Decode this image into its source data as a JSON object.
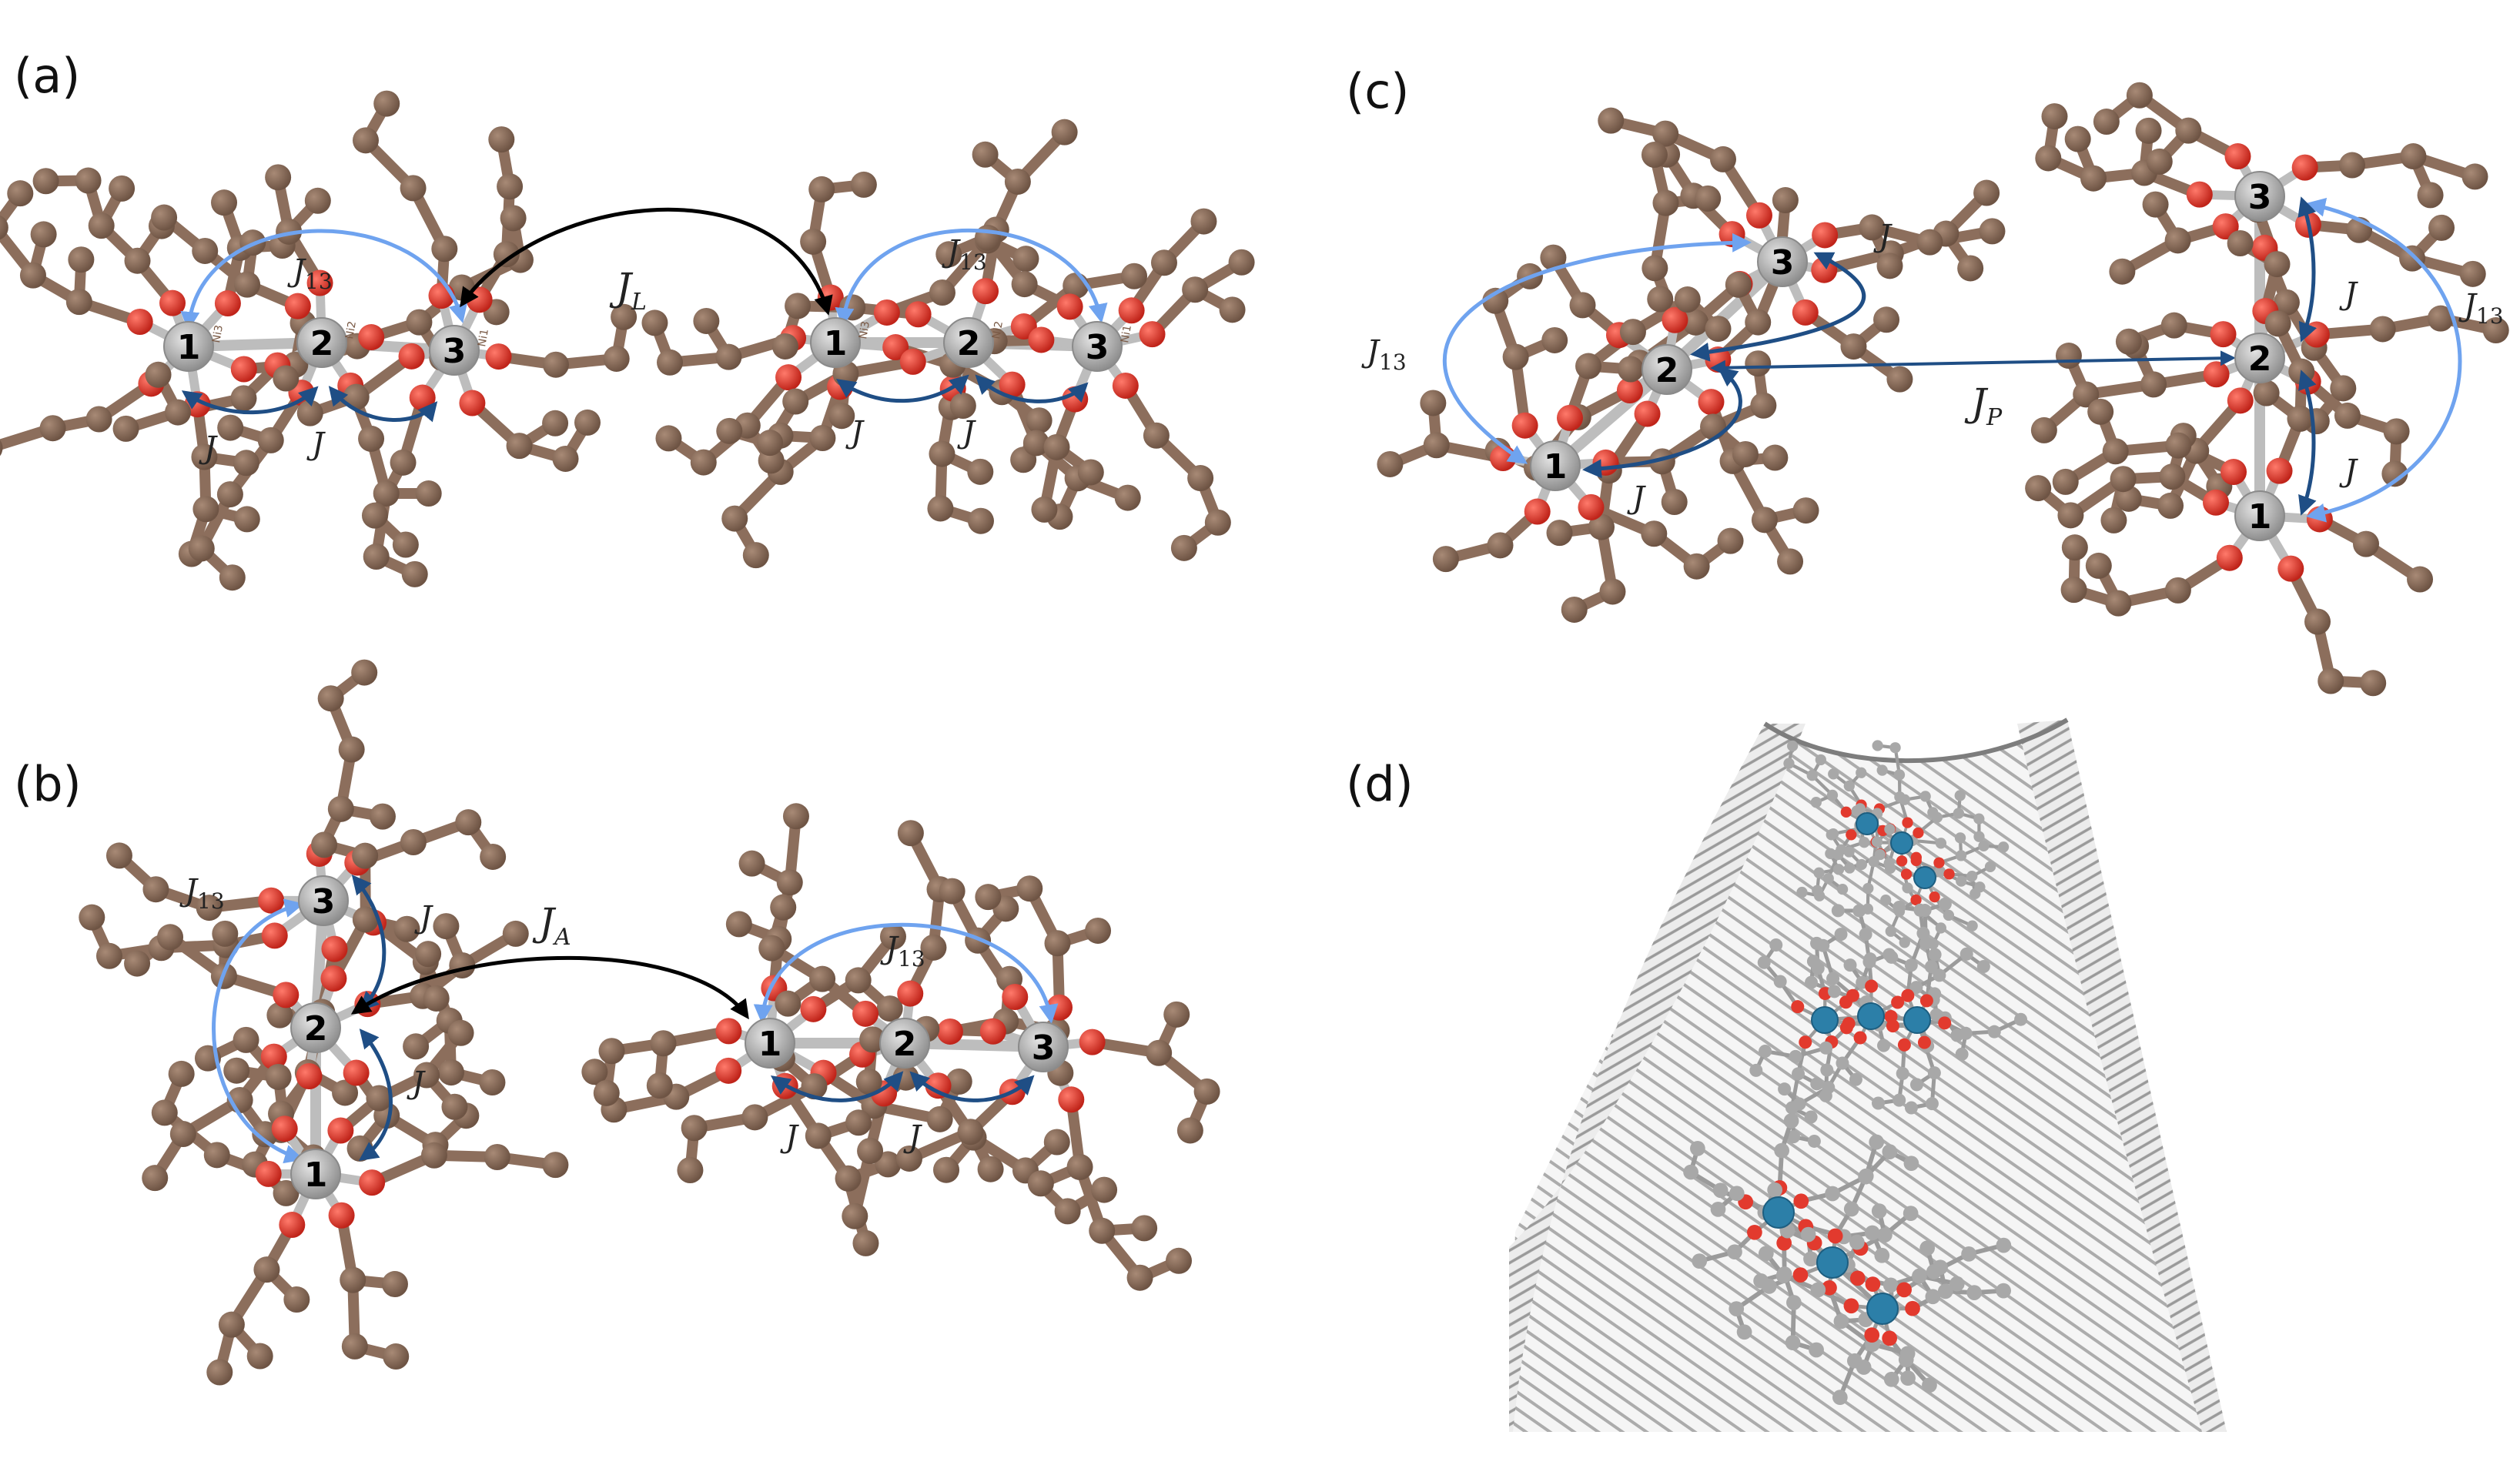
{
  "panels": {
    "a": {
      "label": "(a)",
      "left_nodes": [
        "1",
        "2",
        "3"
      ],
      "right_nodes": [
        "1",
        "2",
        "3"
      ],
      "ni_tags": [
        "Ni3",
        "Ni2",
        "Ni1"
      ],
      "j13_left": {
        "main": "J",
        "sub": "13"
      },
      "j13_right": {
        "main": "J",
        "sub": "13"
      },
      "j_left_1": "J",
      "j_left_2": "J",
      "j_right_1": "J",
      "j_right_2": "J",
      "inter": {
        "main": "J",
        "sub": "L"
      }
    },
    "b": {
      "label": "(b)",
      "left_nodes": [
        "3",
        "2",
        "1"
      ],
      "right_nodes": [
        "1",
        "2",
        "3"
      ],
      "j13_left": {
        "main": "J",
        "sub": "13"
      },
      "j13_right": {
        "main": "J",
        "sub": "13"
      },
      "j_left_1": "J",
      "j_left_2": "J",
      "j_right_1": "J",
      "j_right_2": "J",
      "inter": {
        "main": "J",
        "sub": "A"
      }
    },
    "c": {
      "label": "(c)",
      "left_nodes": [
        "3",
        "2",
        "1"
      ],
      "right_nodes": [
        "3",
        "2",
        "1"
      ],
      "j13_left": {
        "main": "J",
        "sub": "13"
      },
      "j13_right": {
        "main": "J",
        "sub": "13"
      },
      "j_left_1": "J",
      "j_left_2": "J",
      "j_right_1": "J",
      "j_right_2": "J",
      "inter": {
        "main": "J",
        "sub": "P"
      }
    },
    "d": {
      "label": "(d)"
    }
  },
  "colors": {
    "carbon": "#8b6e5c",
    "oxygen": "#e23a2e",
    "nickel": "#a9a9a9",
    "nickel_tube_view": "#2c7fa8",
    "j13_arrow": "#6fa3ef",
    "j_arrow": "#1f4e85",
    "inter_arrow_a_b": "#000000",
    "inter_arrow_c": "#1f4e85",
    "nanotube": "#9a9a9a"
  }
}
